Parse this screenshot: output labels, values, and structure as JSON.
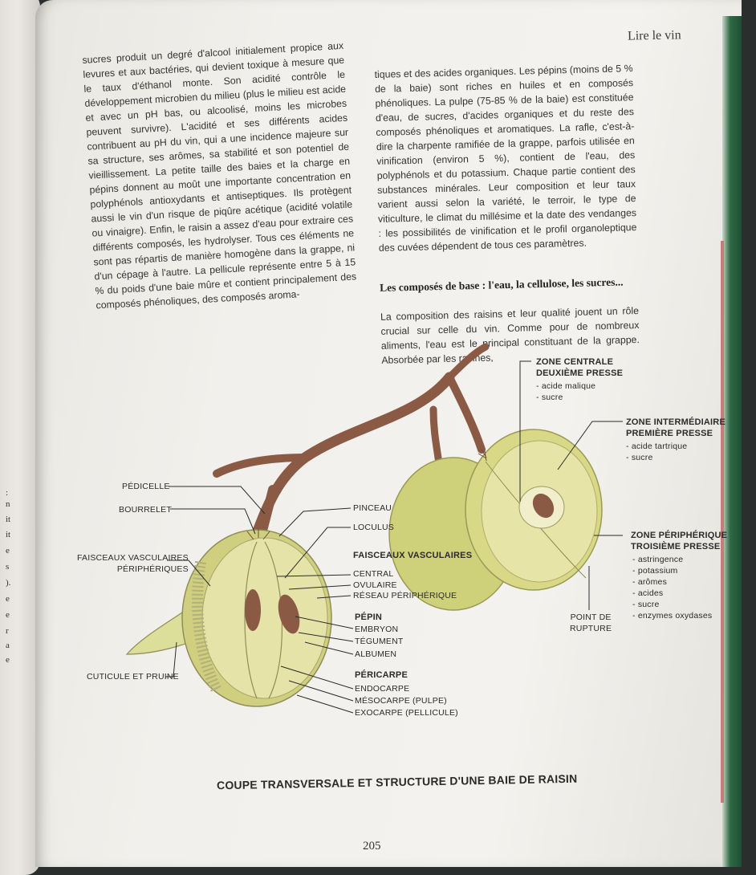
{
  "left_fragments": [
    ":",
    "n",
    "it",
    "it",
    "e",
    "s",
    ").",
    "e",
    "e",
    "r",
    "a",
    "e"
  ],
  "running_head": "Lire le vin",
  "left_column": "sucres produit un degré d'alcool initialement propice aux levures et aux bactéries, qui devient toxique à mesure que le taux d'éthanol monte. Son acidité contrôle le développement microbien du milieu (plus le milieu est acide et avec un pH bas, ou alcoolisé, moins les microbes peuvent survivre). L'acidité et ses différents acides contribuent au pH du vin, qui a une incidence majeure sur sa structure, ses arômes, sa stabilité et son potentiel de vieillissement. La petite taille des baies et la charge en pépins donnent au moût une importante concentration en polyphénols antioxydants et antiseptiques. Ils protègent aussi le vin d'un risque de piqûre acétique (acidité volatile ou vinaigre). Enfin, le raisin a assez d'eau pour extraire ces différents composés, les hydrolyser. Tous ces éléments ne sont pas répartis de manière homogène dans la grappe, ni d'un cépage à l'autre. La pellicule représente entre 5 à 15 % du poids d'une baie mûre et contient principalement des composés phénoliques, des composés aroma-",
  "right_column": "tiques et des acides organiques. Les pépins (moins de 5 % de la baie) sont riches en huiles et en composés phénoliques. La pulpe (75-85 % de la baie) est constituée d'eau, de sucres, d'acides organiques et du reste des composés phénoliques et aromatiques. La rafle, c'est-à-dire la charpente ramifiée de la grappe, parfois utilisée en vinification (environ 5 %), contient de l'eau, des polyphénols et du potassium. Chaque partie contient des substances minérales. Leur composition et leur taux varient aussi selon la variété, le terroir, le type de viticulture, le climat du millésime et la date des vendanges : les possibilités de vinification et le profil organoleptique des cuvées dépendent de tous ces paramètres.",
  "section_heading": "Les composés de base : l'eau, la cellulose, les sucres...",
  "section_text": "La composition des raisins et leur qualité jouent un rôle crucial sur celle du vin. Comme pour de nombreux aliments, l'eau est le principal constituant de la grappe. Absorbée par les racines,",
  "labels": {
    "pedicelle": "PÉDICELLE",
    "bourrelet": "BOURRELET",
    "faisceaux_peripheriques": "FAISCEAUX VASCULAIRES\nPÉRIPHÉRIQUES",
    "cuticule": "CUTICULE ET PRUINE",
    "pinceau": "PINCEAU",
    "loculus": "LOCULUS",
    "faisceaux_title": "FAISCEAUX VASCULAIRES",
    "central": "CENTRAL",
    "ovulaire": "OVULAIRE",
    "reseau": "RÉSEAU PÉRIPHÉRIQUE",
    "pepin_title": "PÉPIN",
    "embryon": "EMBRYON",
    "tegument": "TÉGUMENT",
    "albumen": "ALBUMEN",
    "pericarpe_title": "PÉRICARPE",
    "endocarpe": "ENDOCARPE",
    "mesocarpe": "MÉSOCARPE (PULPE)",
    "exocarpe": "EXOCARPE (PELLICULE)",
    "zone_centrale": "ZONE CENTRALE\nDEUXIÈME PRESSE",
    "zone_centrale_items": "- acide malique\n- sucre",
    "zone_inter": "ZONE INTERMÉDIAIRE\nPREMIÈRE PRESSE",
    "zone_inter_items": "- acide tartrique\n- sucre",
    "zone_peri": "ZONE PÉRIPHÉRIQUE\nTROISIÈME PRESSE",
    "zone_peri_items": "- astringence\n- potassium\n- arômes\n- acides\n- sucre\n- enzymes oxydases",
    "point_rupture": "POINT DE\nRUPTURE"
  },
  "caption": "COUPE TRANSVERSALE ET STRUCTURE D'UNE BAIE DE RAISIN",
  "page_number": "205",
  "colors": {
    "grape": "#d3d27a",
    "grape_light": "#e8e6a8",
    "stem": "#8a5a44",
    "line": "#2b2b2b"
  }
}
